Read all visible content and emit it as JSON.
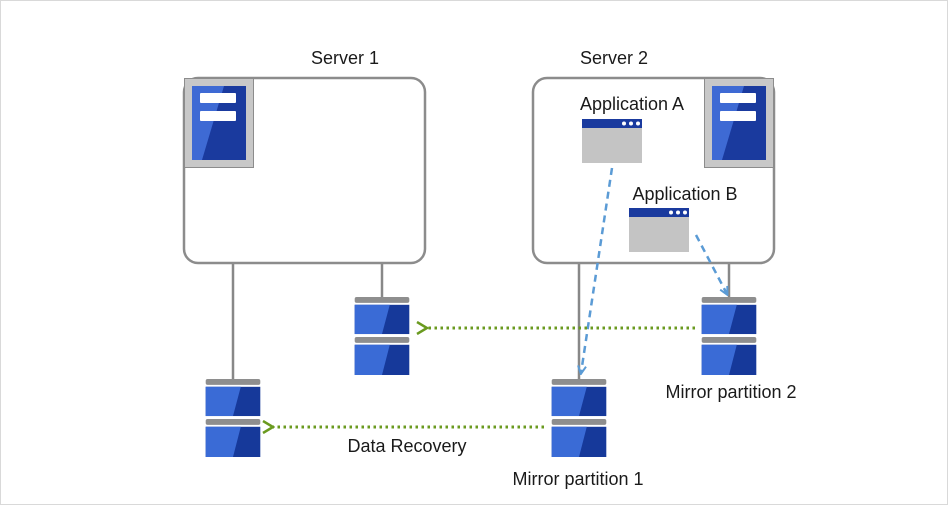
{
  "servers": {
    "server1": {
      "label": "Server 1"
    },
    "server2": {
      "label": "Server 2"
    }
  },
  "applications": {
    "app_a": {
      "label": "Application A"
    },
    "app_b": {
      "label": "Application B"
    }
  },
  "partitions": {
    "mirror1": {
      "label": "Mirror partition 1"
    },
    "mirror2": {
      "label": "Mirror partition 2"
    }
  },
  "flows": {
    "data_recovery": {
      "label": "Data Recovery"
    }
  },
  "colors": {
    "server_outline": "#8c8c8c",
    "server_tile_bg": "#c8c8c8",
    "server_blue_dark": "#1a3a9e",
    "server_blue_light": "#3e6ad4",
    "disk_dark": "#16399a",
    "disk_light": "#3a6bd6",
    "disk_cap": "#8e8e8e",
    "app_window": "#c4c4c4",
    "app_titlebar": "#1a3a9e",
    "access_arrow": "#5b9bd5",
    "recovery_arrow": "#6a9a1f",
    "connector": "#888888"
  }
}
